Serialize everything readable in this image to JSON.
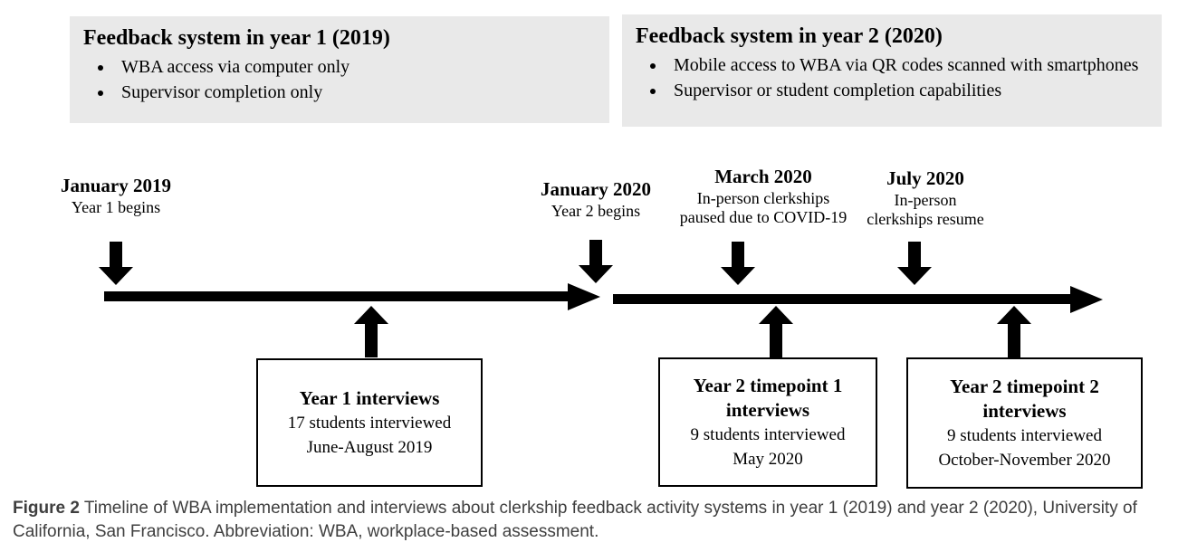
{
  "figure": {
    "system_boxes": [
      {
        "title": "Feedback system in year 1 (2019)",
        "bullets": [
          "WBA access via computer only",
          "Supervisor completion only"
        ]
      },
      {
        "title": "Feedback system in year 2 (2020)",
        "bullets": [
          "Mobile access to WBA via QR codes scanned with smartphones",
          "Supervisor or student completion capabilities"
        ]
      }
    ],
    "events": [
      {
        "date": "January 2019",
        "description": "Year 1 begins"
      },
      {
        "date": "January 2020",
        "description": "Year 2 begins"
      },
      {
        "date": "March 2020",
        "description": "In-person clerkships paused due to COVID-19"
      },
      {
        "date": "July 2020",
        "description": "In-person clerkships resume"
      }
    ],
    "interviews": [
      {
        "title": "Year 1 interviews",
        "count_line": "17 students interviewed",
        "period": "June-August 2019"
      },
      {
        "title": "Year 2 timepoint 1 interviews",
        "count_line": "9 students interviewed",
        "period": "May 2020"
      },
      {
        "title": "Year 2 timepoint 2 interviews",
        "count_line": "9 students interviewed",
        "period": "October-November 2020"
      }
    ],
    "caption": {
      "label": "Figure 2",
      "text": "Timeline of WBA implementation and interviews about clerkship feedback activity systems in year 1 (2019) and year 2 (2020), University of California, San Francisco. Abbreviation: WBA, workplace-based assessment."
    },
    "colors": {
      "box_bg": "#e9e9e9",
      "arrow": "#000000",
      "caption_text": "#3f3f3f"
    }
  }
}
